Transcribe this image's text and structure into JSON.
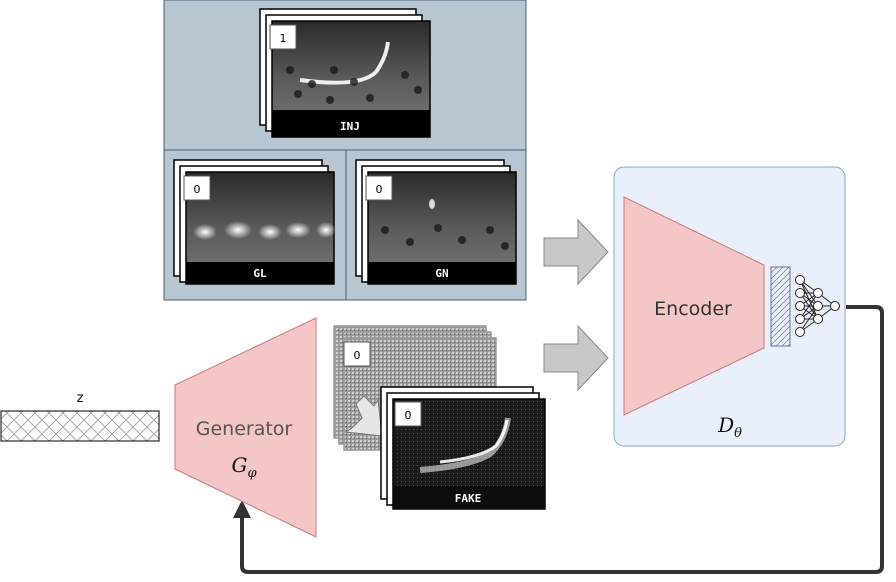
{
  "colors": {
    "real_panel_fill": "#b8c6d2",
    "real_panel_stroke": "#44607a",
    "disc_panel_fill": "#eaf0fb",
    "disc_panel_stroke": "#8aa6c8",
    "block_fill": "#f4c6c6",
    "block_stroke": "#c97a7a",
    "arrow_fill": "#c8c8c8",
    "feedback_stroke": "#333333"
  },
  "real_samples": [
    {
      "label": "INJ",
      "class_label": "1",
      "pattern": "chirp"
    },
    {
      "label": "GL",
      "class_label": "0",
      "pattern": "glitch-row"
    },
    {
      "label": "GN",
      "class_label": "0",
      "pattern": "noise-row"
    }
  ],
  "fake_samples": {
    "back_label": "0",
    "front_label": "0",
    "name": "FAKE"
  },
  "latent": {
    "label": "z"
  },
  "generator": {
    "name": "Generator",
    "symbol": "G",
    "subscript": "φ"
  },
  "discriminator": {
    "encoder_name": "Encoder",
    "symbol": "D",
    "subscript": "θ"
  }
}
